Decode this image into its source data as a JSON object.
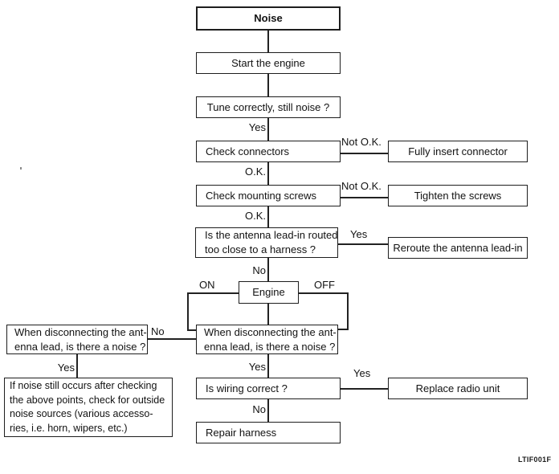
{
  "figure_code": "LTIF001F",
  "colors": {
    "line": "#1e1e1e",
    "background": "#ffffff",
    "text": "#121212"
  },
  "chart_type": "flowchart",
  "nodes": {
    "noise": {
      "lines": [
        "Noise"
      ]
    },
    "start_engine": {
      "lines": [
        "Start the engine"
      ]
    },
    "tune": {
      "lines": [
        "Tune correctly, still noise ?"
      ]
    },
    "check_connectors": {
      "lines": [
        "Check connectors"
      ]
    },
    "fully_insert": {
      "lines": [
        "Fully insert connector"
      ]
    },
    "check_screws": {
      "lines": [
        "Check mounting screws"
      ]
    },
    "tighten_screws": {
      "lines": [
        "Tighten the screws"
      ]
    },
    "antenna_routed": {
      "lines": [
        "Is the antenna lead-in routed",
        "too close to a harness ?"
      ]
    },
    "reroute_antenna": {
      "lines": [
        "Reroute the antenna lead-in"
      ]
    },
    "engine": {
      "lines": [
        "Engine"
      ]
    },
    "when_left": {
      "lines": [
        "When disconnecting the ant-",
        "enna lead, is there a noise ?"
      ]
    },
    "when_right": {
      "lines": [
        "When disconnecting the ant-",
        "enna lead, is there a noise ?"
      ]
    },
    "outside_noise": {
      "lines": [
        "If noise still occurs after checking",
        "the above points, check for outside",
        "noise sources (various accesso-",
        "ries, i.e. horn, wipers, etc.)"
      ]
    },
    "is_wiring": {
      "lines": [
        "Is wiring correct ?"
      ]
    },
    "replace_radio": {
      "lines": [
        "Replace radio unit"
      ]
    },
    "repair_harness": {
      "lines": [
        "Repair harness"
      ]
    }
  },
  "edge_labels": {
    "tune_yes": "Yes",
    "connectors_not_ok": "Not O.K.",
    "connectors_ok": "O.K.",
    "screws_not_ok": "Not O.K.",
    "screws_ok": "O.K.",
    "antenna_yes": "Yes",
    "antenna_no": "No",
    "engine_on": "ON",
    "engine_off": "OFF",
    "when_no": "No",
    "when_left_yes": "Yes",
    "when_right_yes": "Yes",
    "wiring_yes": "Yes",
    "wiring_no": "No"
  }
}
